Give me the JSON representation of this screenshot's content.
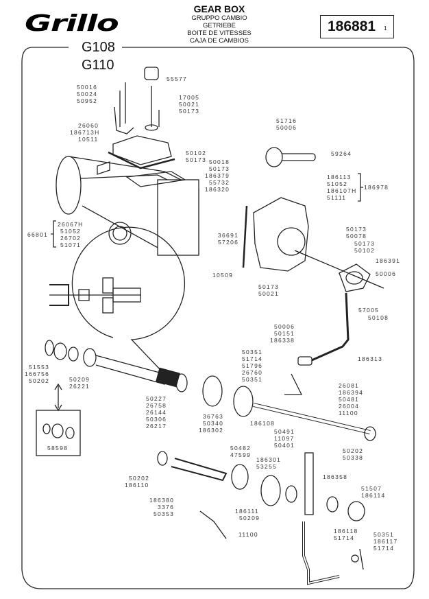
{
  "header": {
    "brand": "Grillo",
    "title": "GEAR BOX",
    "subtitles": [
      "GRUPPO CAMBIO",
      "GETRIEBE",
      "BOITE DE VITESSES",
      "CAJA DE CAMBIOS"
    ],
    "part_code": "186881",
    "sheet_number": "1",
    "models": [
      "G108",
      "G110"
    ]
  },
  "labels": {
    "p55577": "55577",
    "p50016": "50016",
    "p50024": "50024",
    "p50952": "50952",
    "p17005": "17005",
    "p50021a": "50021",
    "p50173a": "50173",
    "p26060": "26060",
    "p186713H": "186713H",
    "p10511": "10511",
    "p50102a": "50102",
    "p50173b": "50173",
    "p51716": "51716",
    "p50006a": "50006",
    "p59264": "59264",
    "p50018": "50018",
    "p50173c": "50173",
    "p186379": "186379",
    "p55732": "55732",
    "p186320": "186320",
    "p186113": "186113",
    "p51052a": "51052",
    "p186107H": "186107H",
    "p51111": "51111",
    "p186978": "186978",
    "p26067H": "26067H",
    "p51052b": "51052",
    "p26702": "26702",
    "p51071": "51071",
    "p66801": "66801",
    "p36691": "36691",
    "p57206": "57206",
    "p10509": "10509",
    "p50173d": "50173",
    "p50078": "50078",
    "p50173e": "50173",
    "p50102b": "50102",
    "p186391": "186391",
    "p50006b": "50006",
    "p50173f": "50173",
    "p50021b": "50021",
    "p57005": "57005",
    "p50108": "50108",
    "p50006c": "50006",
    "p50151": "50151",
    "p186338": "186338",
    "p186313": "186313",
    "p50351a": "50351",
    "p51714a": "51714",
    "p51796": "51796",
    "p26760": "26760",
    "p50351b": "50351",
    "p26081": "26081",
    "p186394": "186394",
    "p50481": "50481",
    "p26004": "26004",
    "p11100a": "11100",
    "p51553": "51553",
    "p166756": "166756",
    "p50202a": "50202",
    "p50209a": "50209",
    "p26221": "26221",
    "p58598": "58598",
    "p50227": "50227",
    "p26758": "26758",
    "p26144": "26144",
    "p50306": "50306",
    "p26217": "26217",
    "p36763": "36763",
    "p50340": "50340",
    "p186302": "186302",
    "p186108": "186108",
    "p50491": "50491",
    "p11097": "11097",
    "p50401": "50401",
    "p50202b": "50202",
    "p50338": "50338",
    "p50482": "50482",
    "p47599": "47599",
    "p186301": "186301",
    "p53255": "53255",
    "p50202c": "50202",
    "p186110": "186110",
    "p186358": "186358",
    "p51507": "51507",
    "p186114": "186114",
    "p186380": "186380",
    "p3376": "3376",
    "p50353": "50353",
    "p186111": "186111",
    "p50209b": "50209",
    "p11100b": "11100",
    "p186118": "186118",
    "p51714b": "51714",
    "p50351c": "50351",
    "p186117": "186117",
    "p51714c": "51714"
  }
}
